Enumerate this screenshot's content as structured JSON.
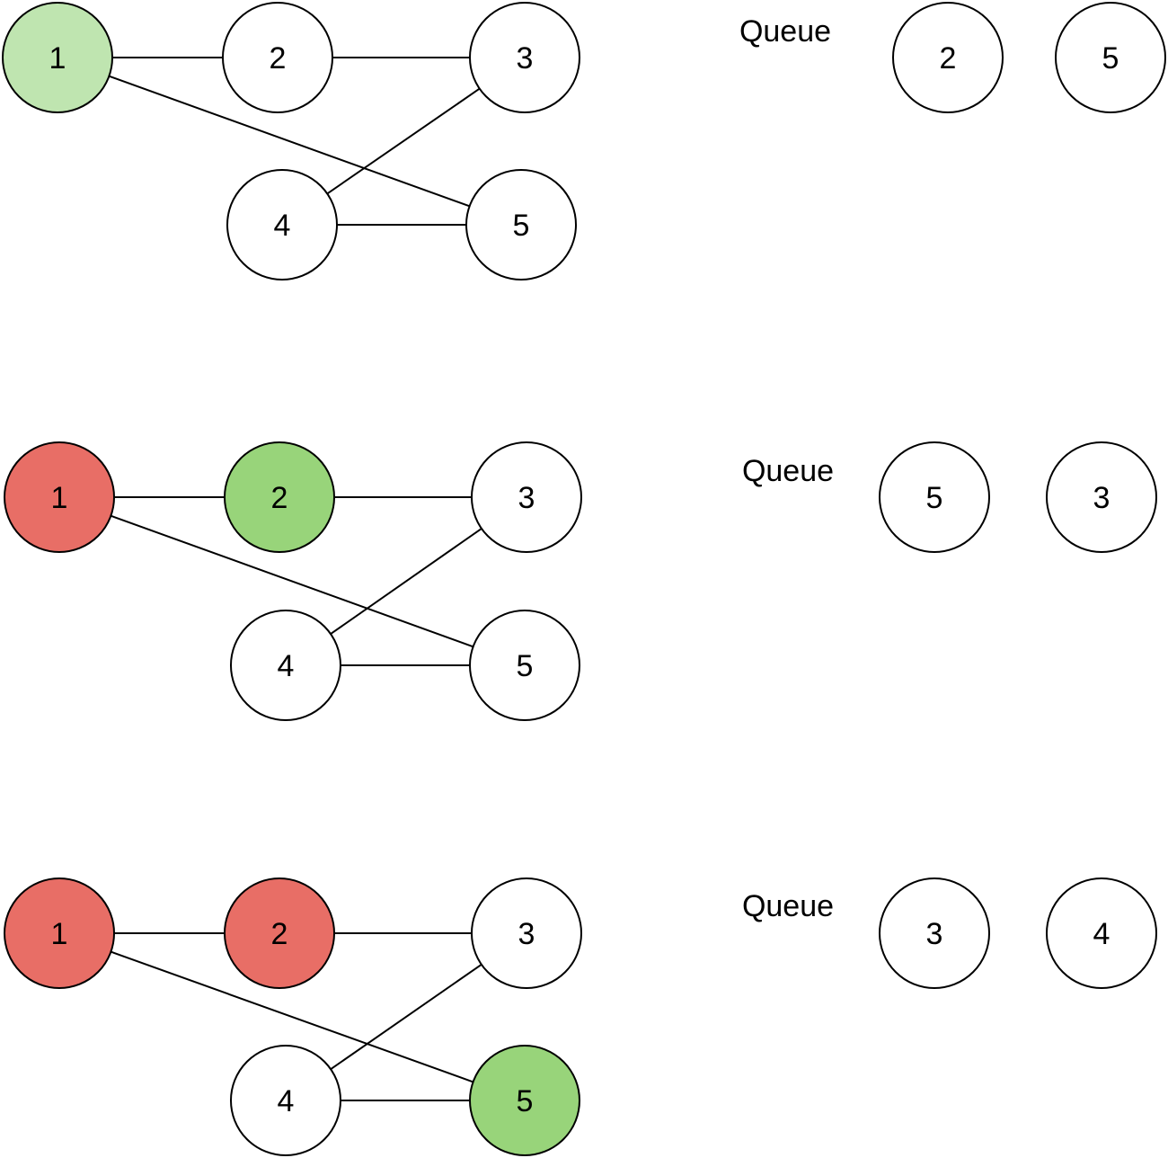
{
  "colors": {
    "background": "#ffffff",
    "stroke": "#000000",
    "default_fill": "#ffffff",
    "current_fill": "#98d47a",
    "current_fill_light": "#bfe5b0",
    "visited_fill": "#e86e66"
  },
  "steps": [
    {
      "nodes": [
        {
          "label": "1",
          "state": "current-light"
        },
        {
          "label": "2",
          "state": "default"
        },
        {
          "label": "3",
          "state": "default"
        },
        {
          "label": "4",
          "state": "default"
        },
        {
          "label": "5",
          "state": "default"
        }
      ],
      "edges": [
        [
          "1",
          "2"
        ],
        [
          "2",
          "3"
        ],
        [
          "1",
          "5"
        ],
        [
          "3",
          "4"
        ],
        [
          "4",
          "5"
        ]
      ],
      "queue": {
        "title": "Queue",
        "items": [
          "2",
          "5"
        ]
      }
    },
    {
      "nodes": [
        {
          "label": "1",
          "state": "visited"
        },
        {
          "label": "2",
          "state": "current"
        },
        {
          "label": "3",
          "state": "default"
        },
        {
          "label": "4",
          "state": "default"
        },
        {
          "label": "5",
          "state": "default"
        }
      ],
      "edges": [
        [
          "1",
          "2"
        ],
        [
          "2",
          "3"
        ],
        [
          "1",
          "5"
        ],
        [
          "3",
          "4"
        ],
        [
          "4",
          "5"
        ]
      ],
      "queue": {
        "title": "Queue",
        "items": [
          "5",
          "3"
        ]
      }
    },
    {
      "nodes": [
        {
          "label": "1",
          "state": "visited"
        },
        {
          "label": "2",
          "state": "visited"
        },
        {
          "label": "3",
          "state": "default"
        },
        {
          "label": "4",
          "state": "default"
        },
        {
          "label": "5",
          "state": "current"
        }
      ],
      "edges": [
        [
          "1",
          "2"
        ],
        [
          "2",
          "3"
        ],
        [
          "1",
          "5"
        ],
        [
          "3",
          "4"
        ],
        [
          "4",
          "5"
        ]
      ],
      "queue": {
        "title": "Queue",
        "items": [
          "3",
          "4"
        ]
      }
    }
  ]
}
